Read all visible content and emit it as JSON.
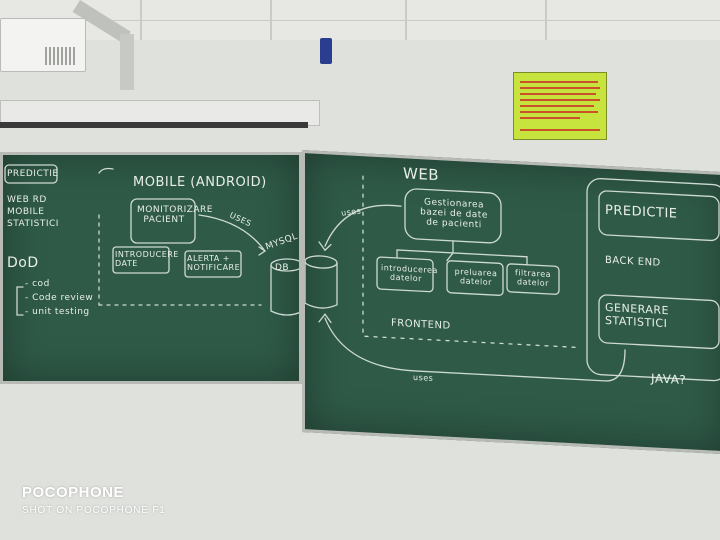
{
  "left_board": {
    "menu": [
      "PREDICTIE",
      "WEB RD",
      "MOBILE",
      "STATISTICI"
    ],
    "title": "MOBILE (ANDROID)",
    "boxes": [
      "MONITORIZARE PACIENT",
      "INTRODUCERE DATE",
      "ALERTA + NOTIFICARE"
    ],
    "uses": "USES",
    "mysql": "MYSQL",
    "db": "DB",
    "dod": "DoD",
    "dod_items": [
      "- cod",
      "- Code review",
      "- unit testing"
    ]
  },
  "right_board": {
    "title": "WEB",
    "uses_top": "uses",
    "main_box": "Gestionarea bazei de date de pacienti",
    "sub_boxes": [
      "introducerea datelor",
      "preluarea datelor",
      "filtrarea datelor"
    ],
    "frontend": "FRONTEND",
    "uses_bottom": "uses",
    "predictie": "PREDICTIE",
    "backend": "BACK END",
    "statistici": "GENERARE STATISTICI",
    "java": "JAVA?"
  },
  "watermark": {
    "brand": "POCOPHONE",
    "caption": "SHOT ON POCOPHONE F1"
  }
}
